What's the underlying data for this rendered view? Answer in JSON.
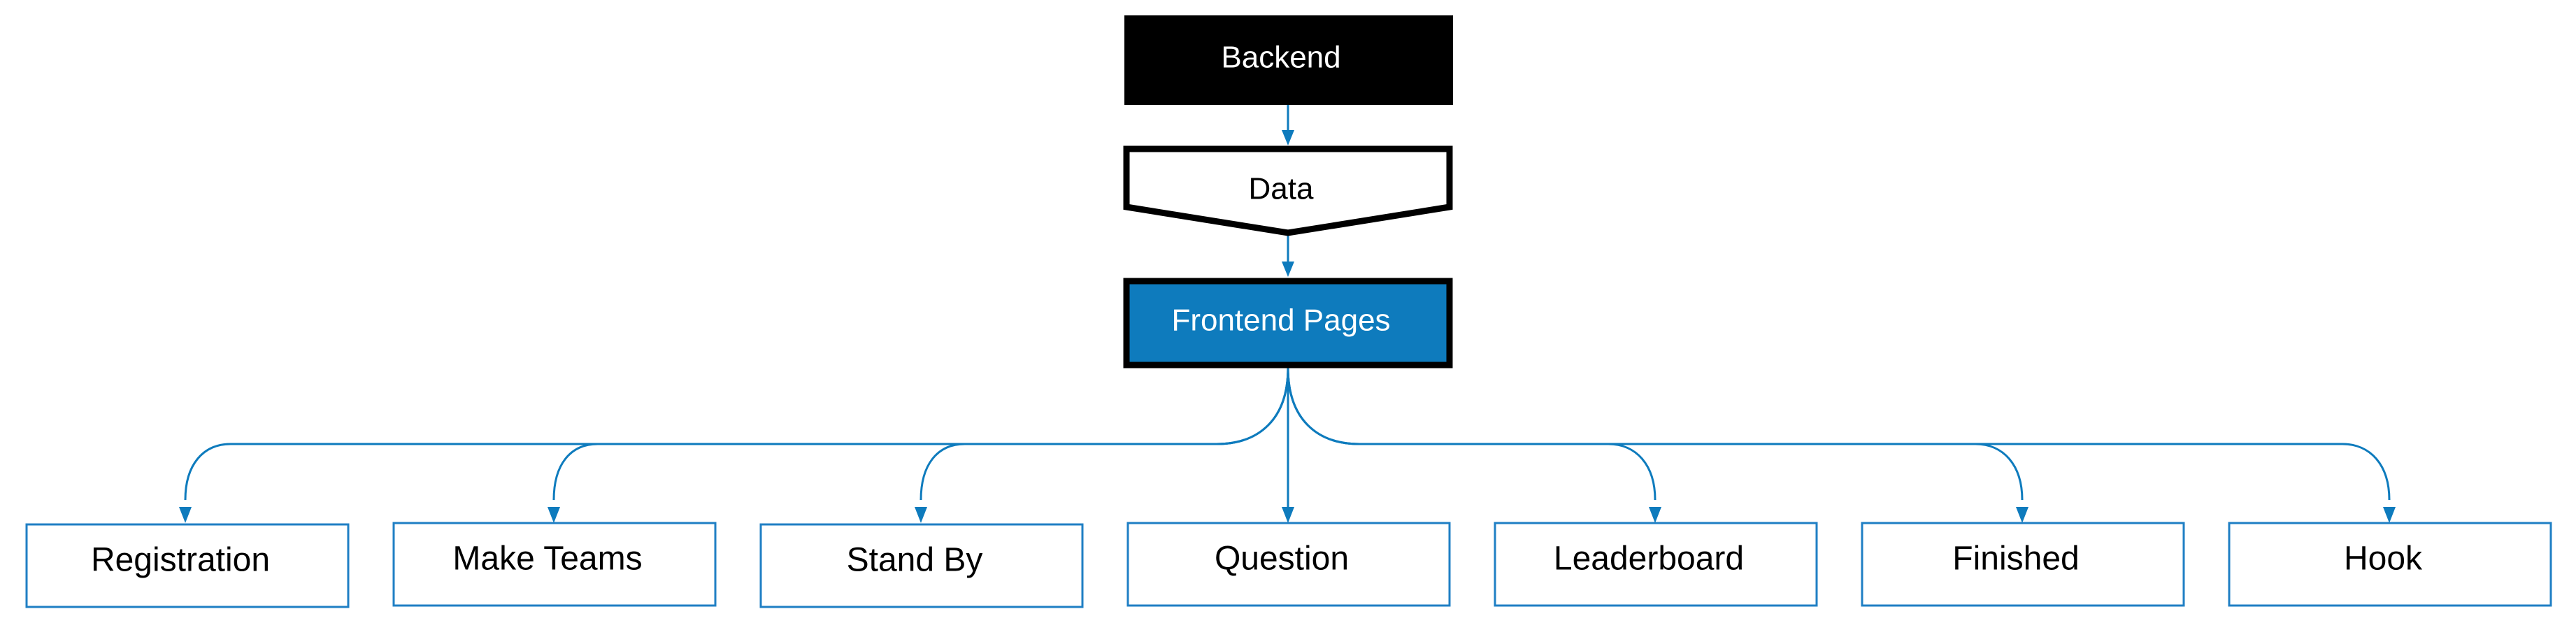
{
  "nodes": {
    "backend": {
      "label": "Backend"
    },
    "data": {
      "label": "Data"
    },
    "frontend": {
      "label": "Frontend Pages"
    },
    "pages": [
      {
        "label": "Registration"
      },
      {
        "label": "Make Teams"
      },
      {
        "label": "Stand By"
      },
      {
        "label": "Question"
      },
      {
        "label": "Leaderboard"
      },
      {
        "label": "Finished"
      },
      {
        "label": "Hook"
      }
    ]
  },
  "colors": {
    "backend_fill": "#000000",
    "backend_text": "#ffffff",
    "data_fill": "#ffffff",
    "data_stroke": "#000000",
    "frontend_fill": "#0e7bbd",
    "frontend_stroke": "#000000",
    "frontend_text": "#ffffff",
    "page_stroke": "#1f7fc4",
    "edge": "#0e7bbd"
  }
}
